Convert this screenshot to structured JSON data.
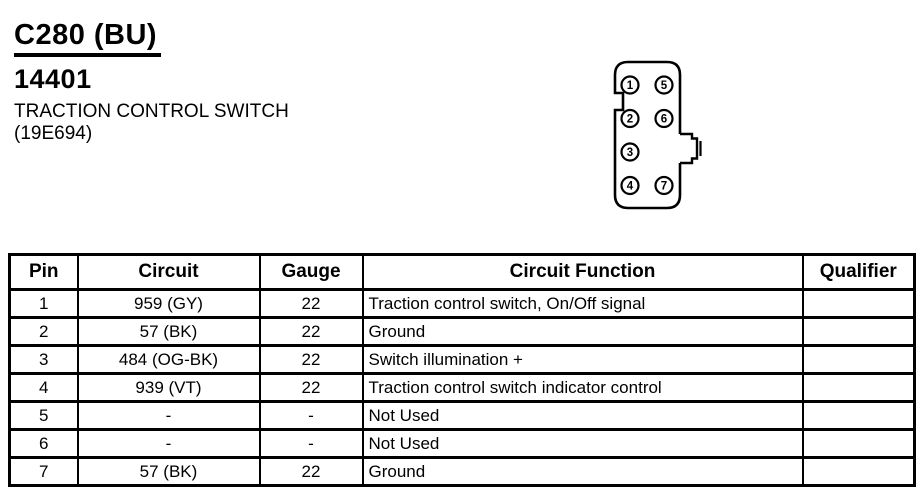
{
  "page": {
    "connector_id": "C280 (BU)",
    "part_number": "14401",
    "part_name": "TRACTION CONTROL SWITCH",
    "part_code": "(19E694)"
  },
  "connector": {
    "pins": [
      "1",
      "2",
      "3",
      "4",
      "5",
      "6",
      "7"
    ]
  },
  "table": {
    "columns": [
      "Pin",
      "Circuit",
      "Gauge",
      "Circuit Function",
      "Qualifier"
    ],
    "rows": [
      {
        "pin": "1",
        "circuit": "959 (GY)",
        "gauge": "22",
        "function": "Traction control switch, On/Off signal",
        "qualifier": ""
      },
      {
        "pin": "2",
        "circuit": "57 (BK)",
        "gauge": "22",
        "function": "Ground",
        "qualifier": ""
      },
      {
        "pin": "3",
        "circuit": "484 (OG-BK)",
        "gauge": "22",
        "function": "Switch illumination +",
        "qualifier": ""
      },
      {
        "pin": "4",
        "circuit": "939 (VT)",
        "gauge": "22",
        "function": "Traction control switch indicator control",
        "qualifier": ""
      },
      {
        "pin": "5",
        "circuit": "-",
        "gauge": "-",
        "function": "Not Used",
        "qualifier": ""
      },
      {
        "pin": "6",
        "circuit": "-",
        "gauge": "-",
        "function": "Not Used",
        "qualifier": ""
      },
      {
        "pin": "7",
        "circuit": "57 (BK)",
        "gauge": "22",
        "function": "Ground",
        "qualifier": ""
      }
    ]
  }
}
